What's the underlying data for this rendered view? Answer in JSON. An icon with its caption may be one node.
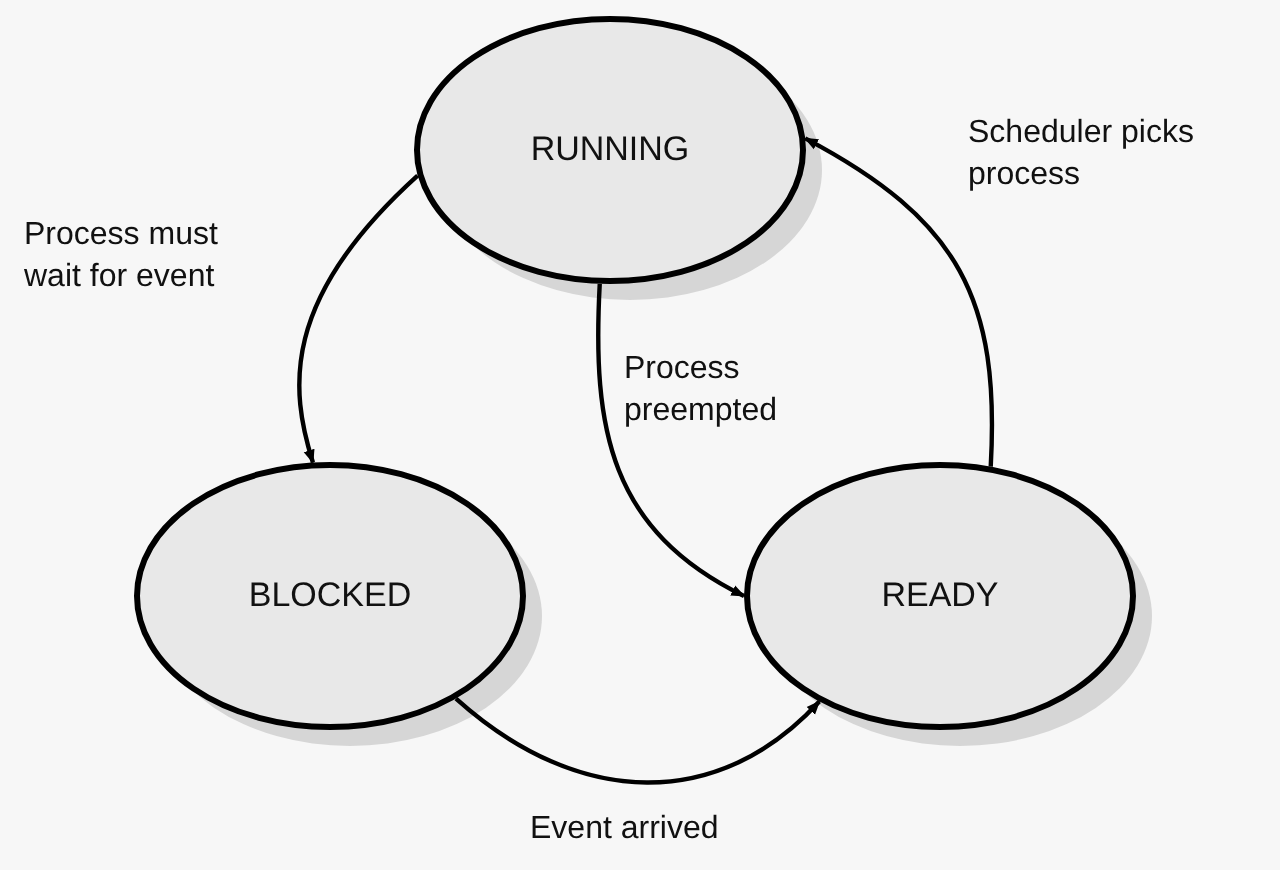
{
  "diagram": {
    "nodes": [
      {
        "text": [
          "RUNNING"
        ]
      },
      {
        "text": [
          "BLOCKED"
        ]
      },
      {
        "text": [
          "READY"
        ]
      }
    ],
    "edges": [
      {
        "from": 0,
        "to": 1,
        "arrow": "to",
        "label": "Process must wait for event"
      },
      {
        "from": 0,
        "to": 2,
        "arrow": "to",
        "label": "Process preempted"
      },
      {
        "from": 2,
        "to": 0,
        "arrow": "to",
        "label": "Scheduler picks process"
      },
      {
        "from": 1,
        "to": 2,
        "arrow": "to",
        "label": "Event arrived"
      }
    ]
  }
}
